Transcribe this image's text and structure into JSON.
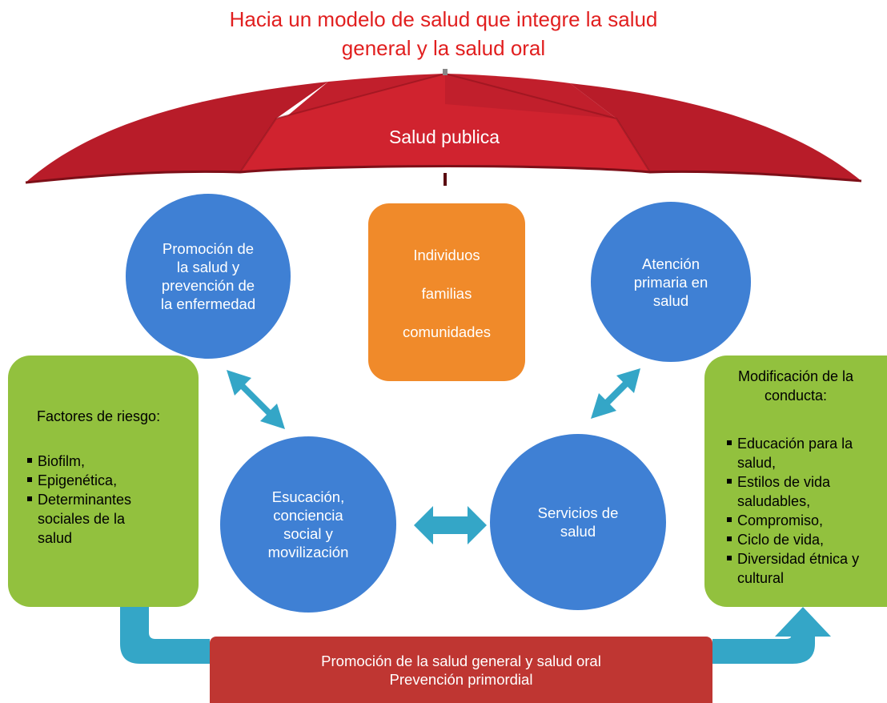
{
  "title": {
    "line1": "Hacia un modelo de salud que integre la salud",
    "line2": "general y la salud oral"
  },
  "umbrella": {
    "label": "Salud publica"
  },
  "circles": {
    "promocion": {
      "lines": [
        "Promoción de",
        "la salud y",
        "prevención de",
        "la enfermedad"
      ]
    },
    "atencion": {
      "lines": [
        "Atención",
        "primaria en",
        "salud"
      ]
    },
    "educacion": {
      "lines": [
        "Esucación,",
        "conciencia",
        "social y",
        "movilización"
      ]
    },
    "servicios": {
      "lines": [
        "Servicios de",
        "salud"
      ]
    }
  },
  "center_box": {
    "lines": [
      "Individuos",
      "familias",
      "comunidades"
    ]
  },
  "left_box": {
    "heading": "Factores de riesgo:",
    "items": [
      "Biofilm,",
      "Epigenética,",
      "Determinantes sociales de la salud"
    ]
  },
  "right_box": {
    "heading_line1": "Modificación de la",
    "heading_line2": "conducta:",
    "items": [
      "Educación para la salud,",
      "Estilos de vida saludables,",
      "Compromiso,",
      "Ciclo de vida,",
      "Diversidad étnica y cultural"
    ]
  },
  "bottom_bar": {
    "line1": "Promoción de la salud general y salud oral",
    "line2": "Prevención primordial"
  },
  "colors": {
    "title": "#e11f1f",
    "umbrella": "#c8202e",
    "circle": "#3f80d4",
    "center_box": "#f08a2a",
    "side_box": "#92c13e",
    "bottom_bar": "#bf3632",
    "arrow": "#34a6c7"
  }
}
